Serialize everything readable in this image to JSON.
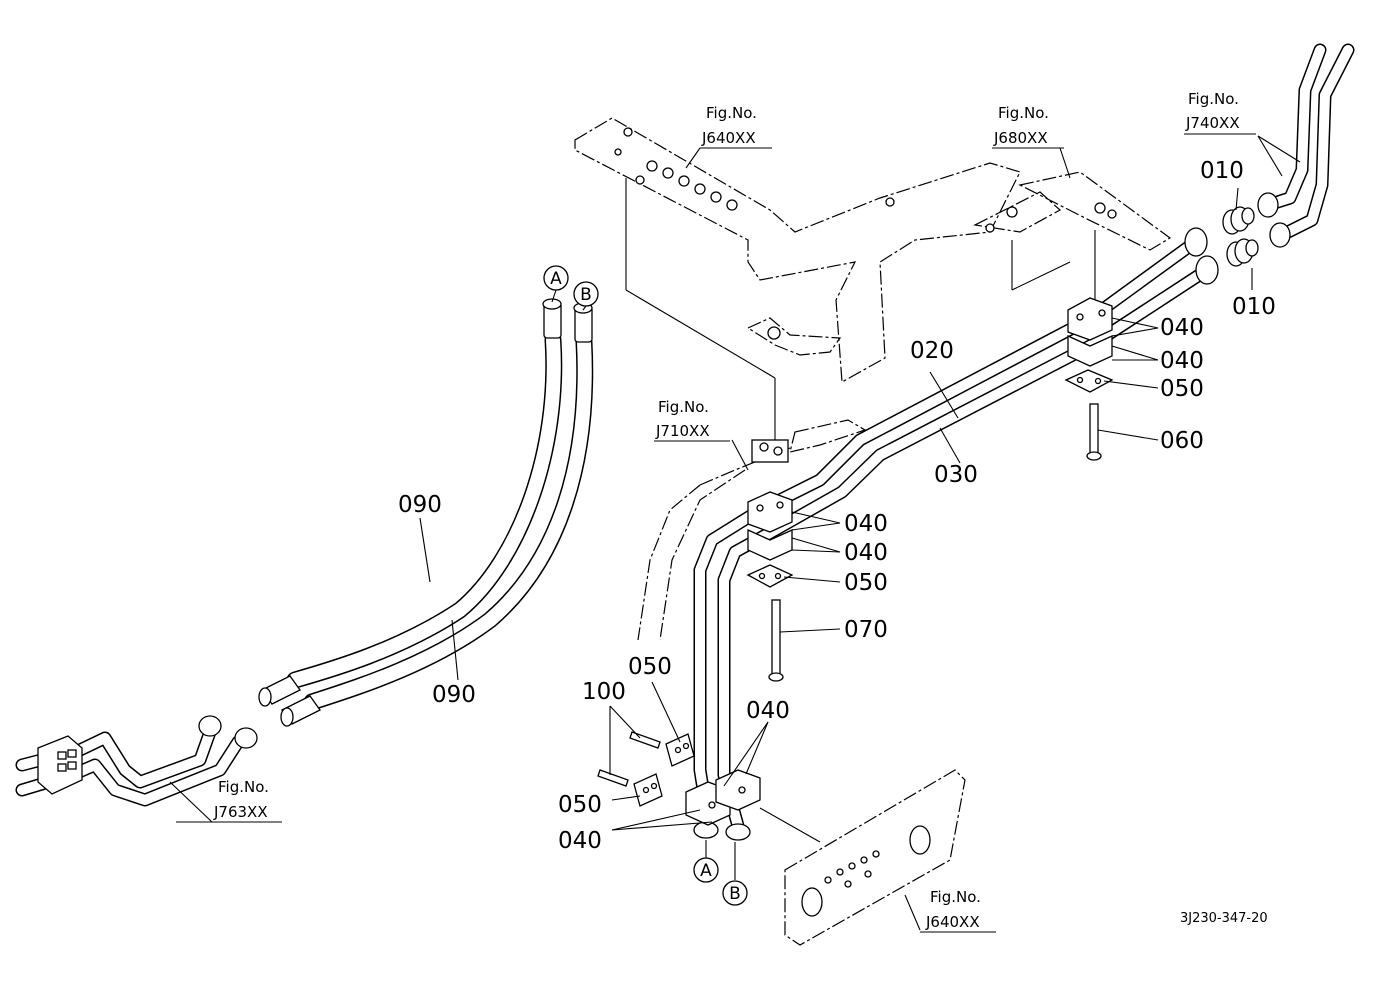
{
  "diagram": {
    "drawing_number": "3J230-347-20",
    "figure_refs": [
      {
        "id": "J640XX_top",
        "prefix": "Fig.No.",
        "code": "J640XX"
      },
      {
        "id": "J680XX",
        "prefix": "Fig.No.",
        "code": "J680XX"
      },
      {
        "id": "J740XX",
        "prefix": "Fig.No.",
        "code": "J740XX"
      },
      {
        "id": "J710XX",
        "prefix": "Fig.No.",
        "code": "J710XX"
      },
      {
        "id": "J763XX",
        "prefix": "Fig.No.",
        "code": "J763XX"
      },
      {
        "id": "J640XX_bottom",
        "prefix": "Fig.No.",
        "code": "J640XX"
      }
    ],
    "part_labels": [
      "010",
      "010",
      "020",
      "030",
      "040",
      "040",
      "040",
      "040",
      "040",
      "040",
      "050",
      "050",
      "050",
      "050",
      "060",
      "070",
      "090",
      "090",
      "100"
    ],
    "connection_markers": [
      "A",
      "B",
      "A",
      "B"
    ]
  }
}
